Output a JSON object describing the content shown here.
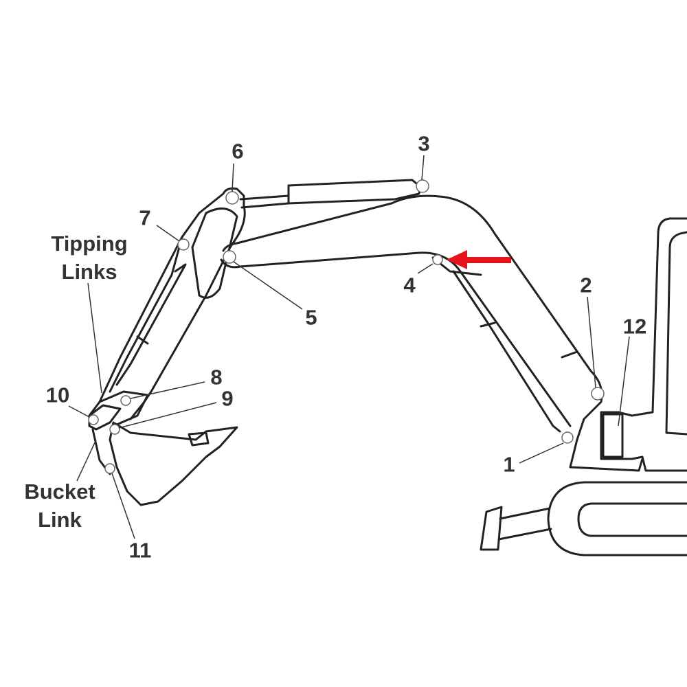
{
  "title": "Excavator pivot points diagram",
  "labels": {
    "p1": "1",
    "p2": "2",
    "p3": "3",
    "p4": "4",
    "p5": "5",
    "p6": "6",
    "p7": "7",
    "p8": "8",
    "p9": "9",
    "p10": "10",
    "p11": "11",
    "p12": "12",
    "tipping_links_1": "Tipping",
    "tipping_links_2": "Links",
    "bucket_link_1": "Bucket",
    "bucket_link_2": "Link"
  },
  "colors": {
    "line": "#222222",
    "label": "#333333",
    "arrow": "#e8141b"
  },
  "highlight": {
    "pin": "4",
    "icon": "red-arrow-icon"
  }
}
